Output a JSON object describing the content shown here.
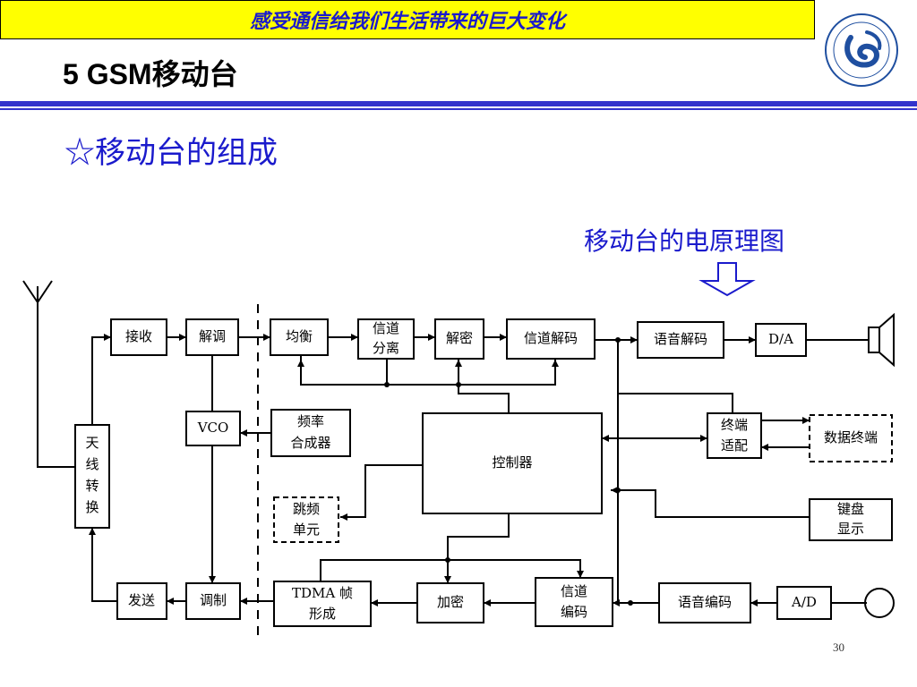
{
  "banner": {
    "text": "感受通信给我们生活带来的巨大变化"
  },
  "slide": {
    "title": "5 GSM移动台",
    "subtitle": "☆移动台的组成",
    "diagram_caption": "移动台的电原理图",
    "page_number": "30"
  },
  "diagram": {
    "blocks": {
      "receive": "接收",
      "demod": "解调",
      "equalizer": "均衡",
      "chan_sep_1": "信道",
      "chan_sep_2": "分离",
      "decrypt": "解密",
      "chan_decode": "信道解码",
      "speech_decode": "语音解码",
      "da": "D/A",
      "vco": "VCO",
      "freq_synth_1": "频率",
      "freq_synth_2": "合成器",
      "controller": "控制器",
      "term_adapt_1": "终端",
      "term_adapt_2": "适配",
      "data_terminal": "数据终端",
      "antenna_switch": [
        "天",
        "线",
        "转",
        "换"
      ],
      "hop_unit_1": "跳频",
      "hop_unit_2": "单元",
      "keyboard_1": "键盘",
      "keyboard_2": "显示",
      "transmit": "发送",
      "modulate": "调制",
      "tdma_1": "TDMA 帧",
      "tdma_2": "形成",
      "encrypt": "加密",
      "chan_encode_1": "信道",
      "chan_encode_2": "编码",
      "speech_encode": "语音编码",
      "ad": "A/D"
    }
  }
}
